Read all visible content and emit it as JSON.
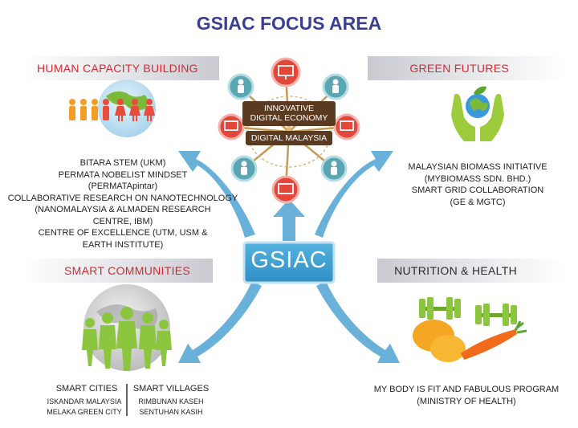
{
  "title": "GSIAC FOCUS AREA",
  "center": {
    "label": "GSIAC"
  },
  "hub": {
    "line1": "INNOVATIVE",
    "line2": "DIGITAL ECONOMY",
    "line3": "DIGITAL MALAYSIA"
  },
  "sections": {
    "human_capacity": {
      "heading": "HUMAN CAPACITY BUILDING",
      "items": [
        "BITARA STEM (UKM)",
        "PERMATA NOBELIST MINDSET",
        "(PERMATApintar)",
        "COLLABORATIVE RESEARCH ON NANOTECHNOLOGY",
        "(NANOMALAYSIA & ALMADEN RESEARCH",
        "CENTRE, IBM)",
        "CENTRE OF EXCELLENCE (UTM, USM &",
        "EARTH INSTITUTE)"
      ]
    },
    "green_futures": {
      "heading": "GREEN FUTURES",
      "items": [
        "MALAYSIAN BIOMASS INITIATIVE",
        "(MYBIOMASS SDN. BHD.)",
        "SMART GRID COLLABORATION",
        "(GE & MGTC)"
      ]
    },
    "smart_communities": {
      "heading": "SMART COMMUNITIES",
      "cities": {
        "heading": "SMART CITIES",
        "items": [
          "ISKANDAR MALAYSIA",
          "MELAKA GREEN CITY"
        ]
      },
      "villages": {
        "heading": "SMART VILLAGES",
        "items": [
          "RIMBUNAN KASEH",
          "SENTUHAN KASIH"
        ]
      }
    },
    "nutrition_health": {
      "heading": "NUTRITION & HEALTH",
      "items": [
        "MY BODY IS FIT AND FABULOUS PROGRAM",
        "(MINISTRY OF HEALTH)"
      ]
    }
  },
  "colors": {
    "title": "#3a3f8f",
    "heading_red": "#d7282f",
    "arrow_blue": "#5aa9d6",
    "center_box": "#3d9ccf",
    "hub_brown": "#5b3a22",
    "node_red": "#e2473a",
    "node_teal": "#5aa7b3",
    "green": "#7bb93a",
    "orange": "#f39c26"
  }
}
